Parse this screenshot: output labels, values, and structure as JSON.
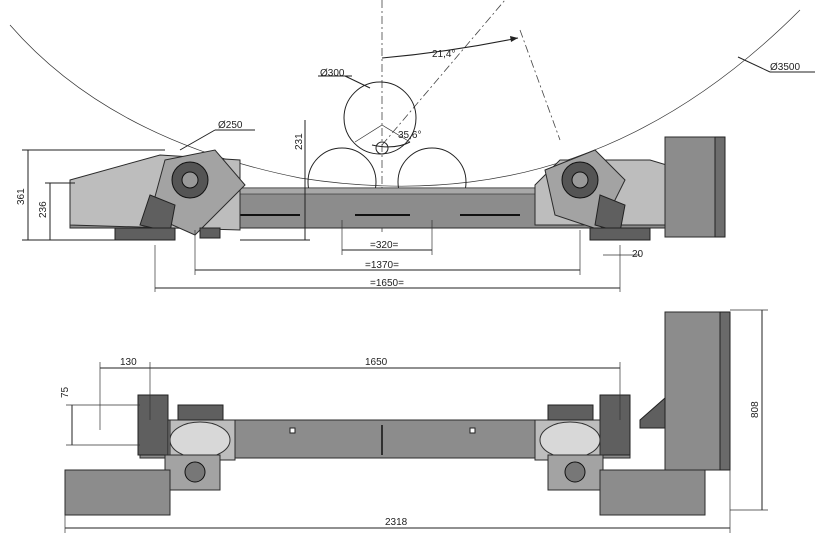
{
  "dimensions": {
    "top_view": {
      "angle_upper": "21,4°",
      "small_roller_diameter": "Ø300",
      "large_vessel_diameter": "Ø3500",
      "wheel_diameter": "Ø250",
      "angle_lower": "35,6°",
      "roller_height": "231",
      "total_height": "361",
      "frame_height": "236",
      "center_width": "=320=",
      "inner_span": "=1370=",
      "outer_span": "=1650=",
      "small_gap": "20"
    },
    "bottom_view": {
      "offset_left": "130",
      "span": "1650",
      "rail_height": "75",
      "cabinet_height": "808",
      "total_length": "2318"
    }
  }
}
